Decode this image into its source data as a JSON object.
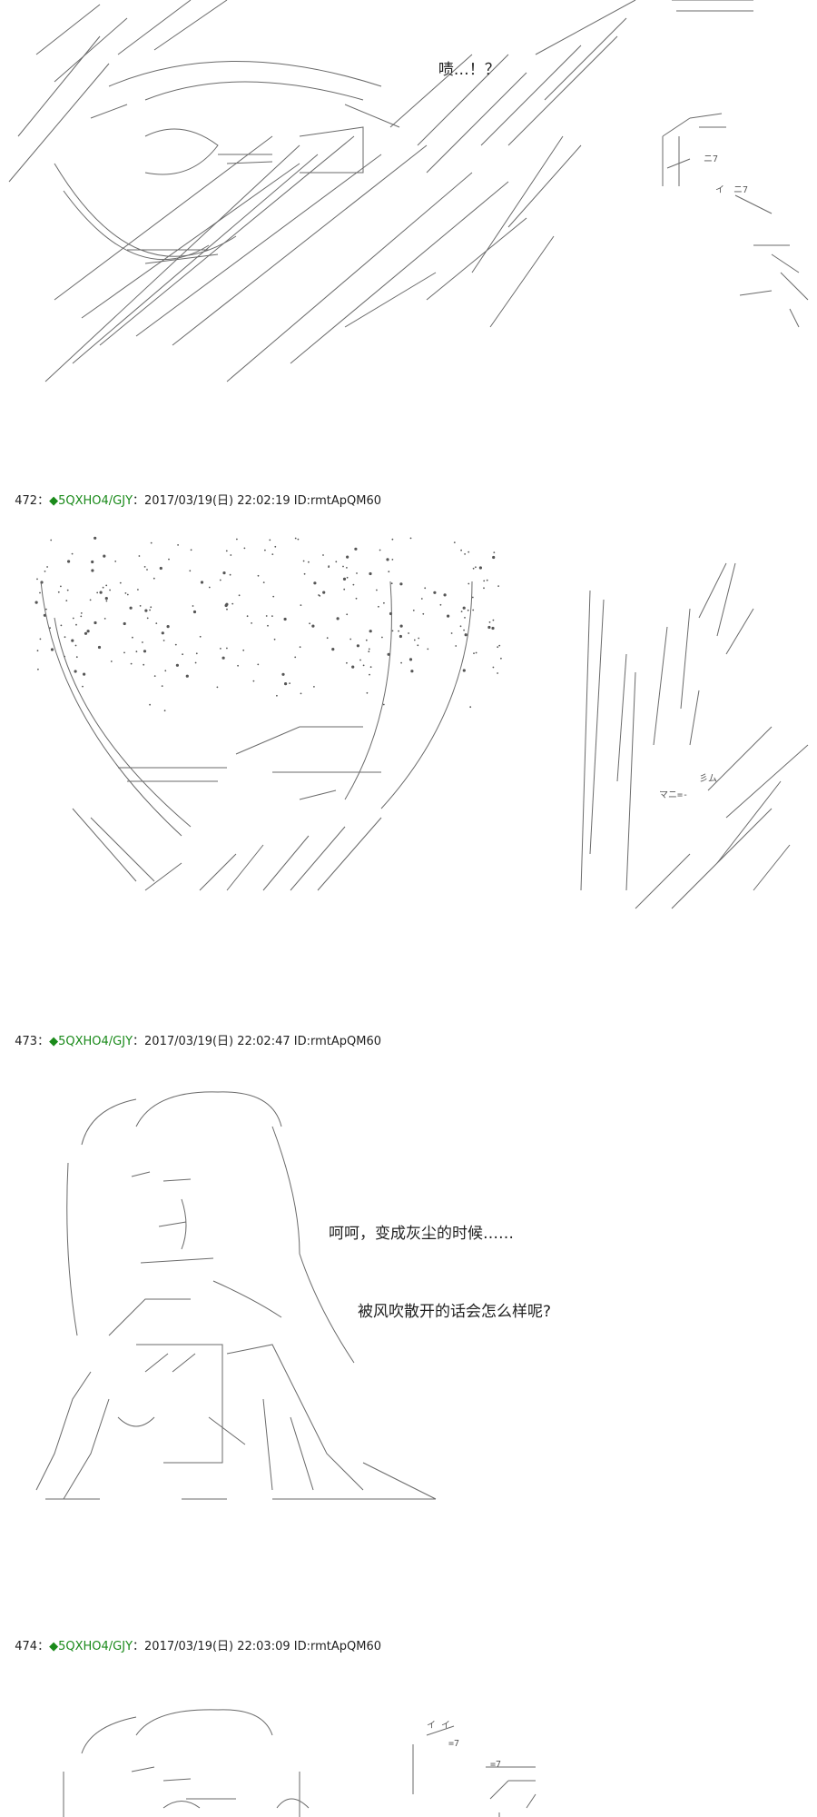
{
  "panels": [
    {
      "dialogue": [
        "啧…！？"
      ],
      "sfx": [
        "イ　ニ7",
        "ニ7"
      ]
    },
    {
      "header": {
        "number": "472",
        "sep": "：",
        "trip": "◆5QXHO4/GJY",
        "meta": "：2017/03/19(日) 22:02:19 ID:rmtApQM60"
      },
      "sfx": [
        "マニ=-",
        "彡ム"
      ]
    },
    {
      "header": {
        "number": "473",
        "sep": "：",
        "trip": "◆5QXHO4/GJY",
        "meta": "：2017/03/19(日) 22:02:47 ID:rmtApQM60"
      },
      "dialogue": [
        "呵呵，变成灰尘的时候……",
        "被风吹散开的话会怎么样呢?"
      ]
    },
    {
      "header": {
        "number": "474",
        "sep": "：",
        "trip": "◆5QXHO4/GJY",
        "meta": "：2017/03/19(日) 22:03:09 ID:rmtApQM60"
      },
      "sfx": [
        "イ イ",
        "=7",
        "=7"
      ]
    }
  ]
}
